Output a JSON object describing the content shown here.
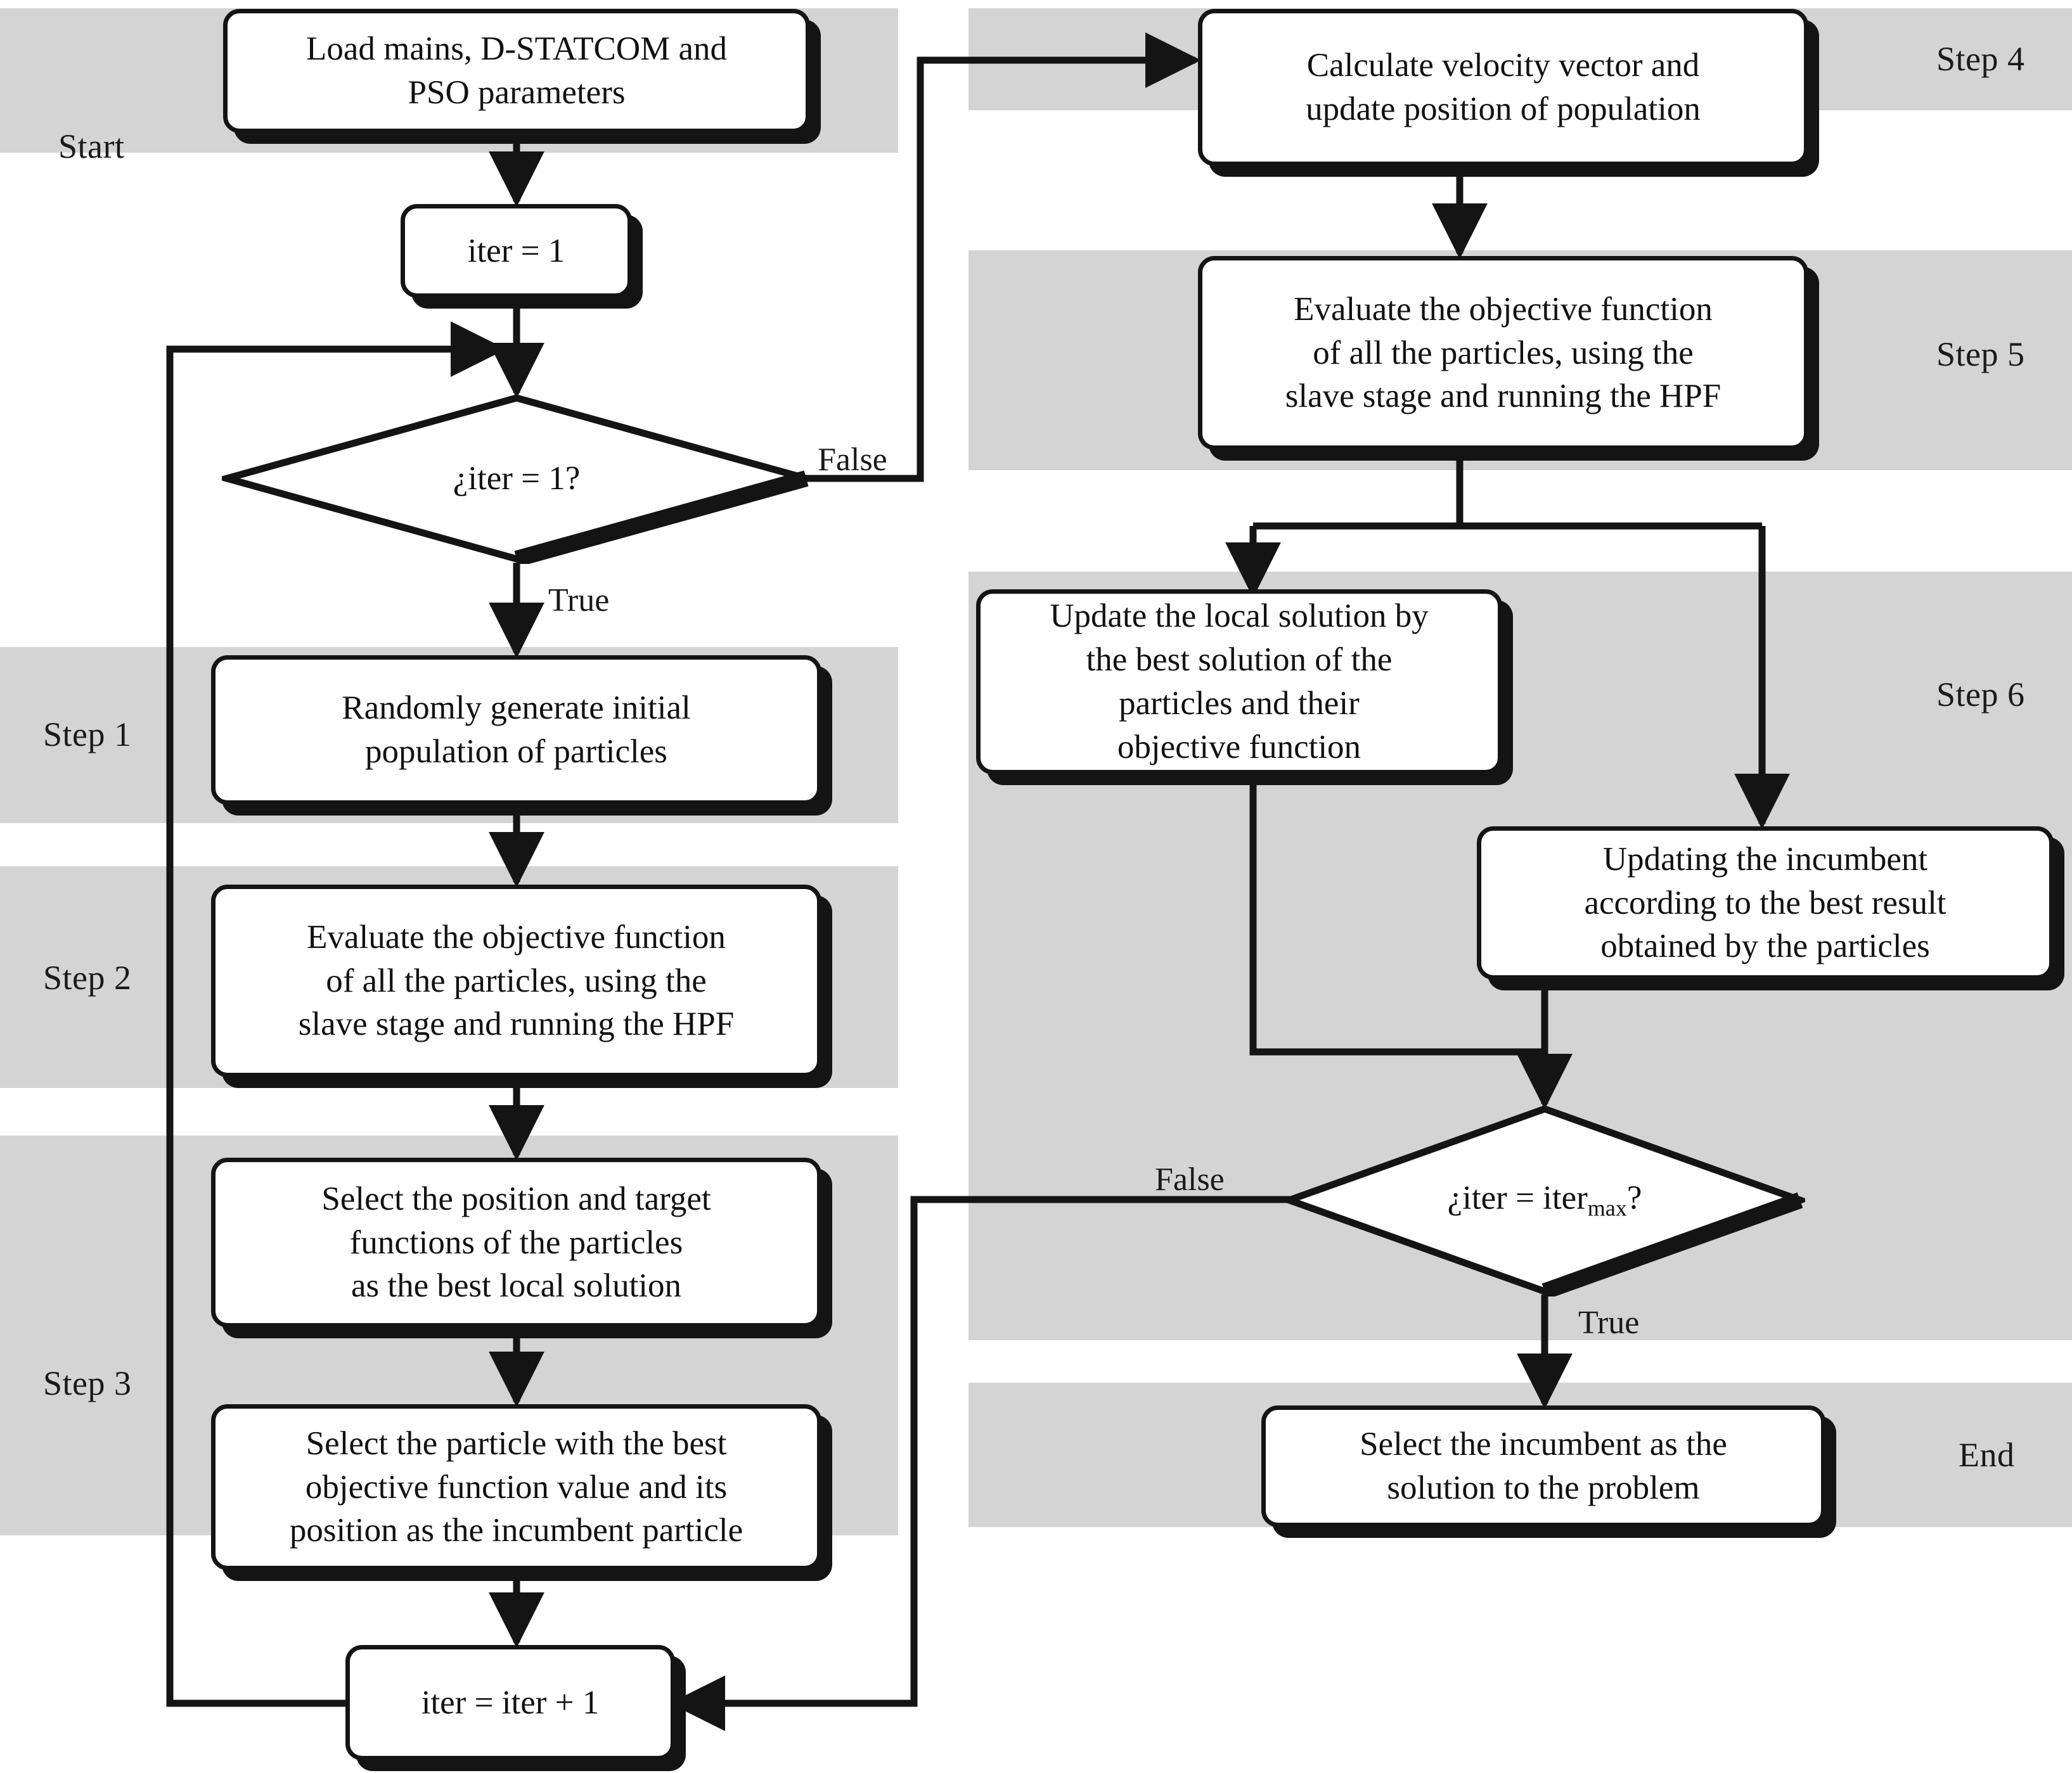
{
  "diagram": {
    "title": "PSO master-slave optimisation flowchart",
    "colors": {
      "band_grey": "#d4d4d4",
      "stroke": "#141414",
      "page": "#ffffff"
    }
  },
  "bands": [
    {
      "key": "start",
      "label": "Start"
    },
    {
      "key": "step1",
      "label": "Step 1"
    },
    {
      "key": "step2",
      "label": "Step 2"
    },
    {
      "key": "step3",
      "label": "Step 3"
    },
    {
      "key": "step4",
      "label": "Step 4"
    },
    {
      "key": "step5",
      "label": "Step 5"
    },
    {
      "key": "step6",
      "label": "Step 6"
    },
    {
      "key": "end",
      "label": "End"
    }
  ],
  "nodes": {
    "load_params": {
      "lines": [
        "Load mains, D-STATCOM and",
        "PSO parameters"
      ]
    },
    "iter_init": {
      "lines": [
        "iter = 1"
      ]
    },
    "gen_population": {
      "lines": [
        "Randomly generate initial",
        "population of particles"
      ]
    },
    "evaluate_left": {
      "lines": [
        "Evaluate the objective function",
        "of all the particles, using the",
        "slave stage and running the HPF"
      ]
    },
    "select_position": {
      "lines": [
        "Select the position and target",
        "functions of the particles",
        "as the best local solution"
      ]
    },
    "select_particle": {
      "lines": [
        "Select the particle with the best",
        "objective function value and its",
        "position as the incumbent particle"
      ]
    },
    "iter_increment": {
      "lines": [
        "iter = iter + 1"
      ]
    },
    "calc_velocity": {
      "lines": [
        "Calculate velocity vector and",
        "update position of population"
      ]
    },
    "evaluate_right": {
      "lines": [
        "Evaluate the objective function",
        "of all the particles, using the",
        "slave stage and running the HPF"
      ]
    },
    "update_local": {
      "lines": [
        "Update the local solution by",
        "the best solution of the",
        "particles and their",
        "objective function"
      ]
    },
    "update_incumbent": {
      "lines": [
        "Updating the incumbent",
        "according to the best result",
        "obtained by the particles"
      ]
    },
    "select_solution": {
      "lines": [
        "Select the incumbent as the",
        "solution to the problem"
      ]
    }
  },
  "decisions": {
    "iter_is_one": {
      "text_prefix": "¿iter = 1?",
      "true_label": "True",
      "false_label": "False"
    },
    "iter_is_max": {
      "text_before": "¿iter = iter",
      "text_sub": "max",
      "text_after": "?",
      "true_label": "True",
      "false_label": "False"
    }
  }
}
